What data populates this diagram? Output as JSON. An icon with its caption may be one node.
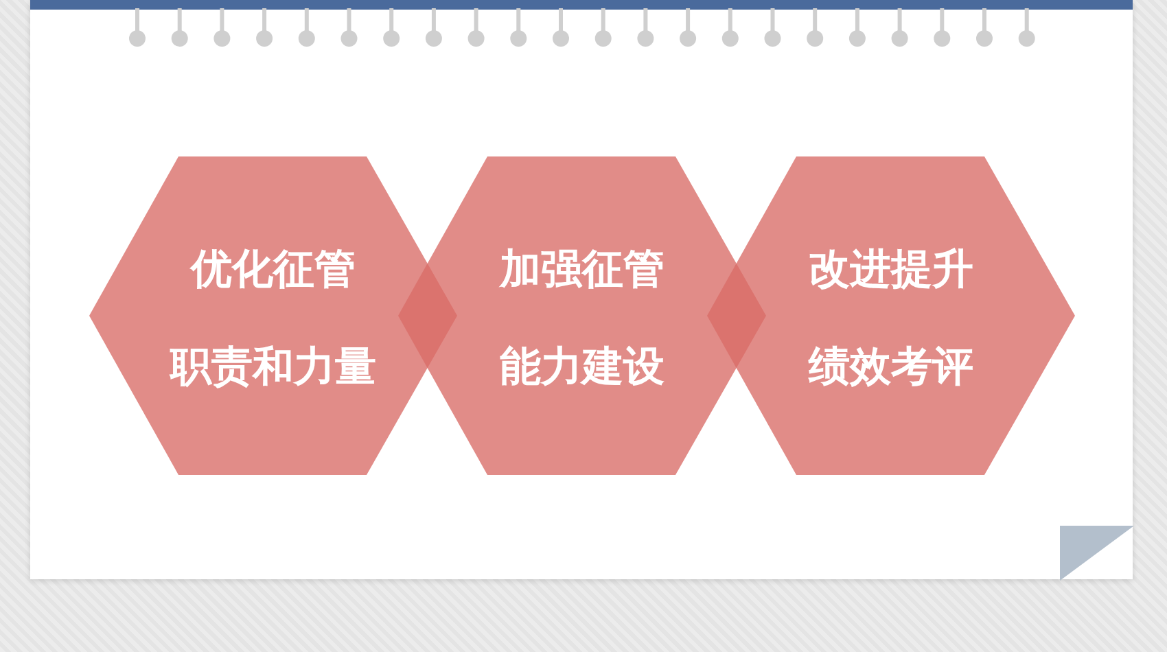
{
  "diagram": {
    "nodes": [
      {
        "text": [
          "优化征管",
          "职责和力量"
        ]
      },
      {
        "text": [
          "加强征管",
          "能力建设"
        ]
      },
      {
        "text": [
          "改进提升",
          "绩效考评"
        ]
      }
    ]
  }
}
